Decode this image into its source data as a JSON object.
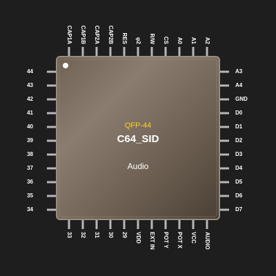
{
  "chip": {
    "package": "QFP-44",
    "name": "C64_SID",
    "category": "Audio"
  },
  "pins": {
    "top": [
      "CAP1A",
      "CAP1B",
      "CAP2A",
      "CAP2B",
      "RES",
      "φ2",
      "R/W",
      "CS",
      "A0",
      "A1",
      "A2"
    ],
    "right": [
      "A3",
      "A4",
      "GND",
      "D0",
      "D1",
      "D2",
      "D3",
      "D4",
      "D5",
      "D6",
      "D7"
    ],
    "bottom": [
      "33",
      "32",
      "31",
      "30",
      "29",
      "VDD",
      "EXT IN",
      "POT Y",
      "POT X",
      "VCC",
      "AUDIO"
    ],
    "left": [
      "44",
      "43",
      "42",
      "41",
      "40",
      "39",
      "38",
      "37",
      "36",
      "35",
      "34"
    ]
  },
  "colors": {
    "background": "#1e1e1e",
    "body_light": "#8a7d70",
    "body_dark": "#4a3f34",
    "border": "#9a8c7e",
    "pin": "#b8b8b8",
    "label": "#ffffff",
    "package_label": "#ffd21a"
  }
}
